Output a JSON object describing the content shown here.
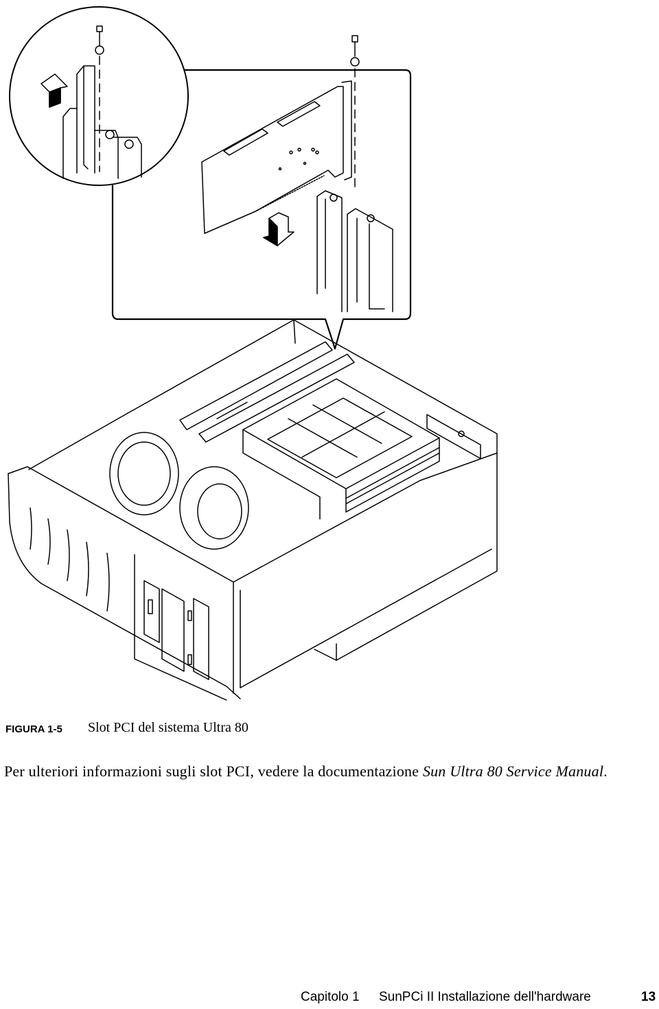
{
  "figure": {
    "label": "FIGURA 1-5",
    "caption": "Slot PCI del sistema Ultra 80"
  },
  "paragraph": {
    "part1": "Per ulteriori informazioni sugli slot PCI, vedere la documentazione ",
    "manual_title": "Sun Ultra 80 Service Manual",
    "part2": "."
  },
  "footer": {
    "chapter": "Capitolo 1",
    "title": "SunPCi II Installazione dell'hardware",
    "page": "13"
  }
}
